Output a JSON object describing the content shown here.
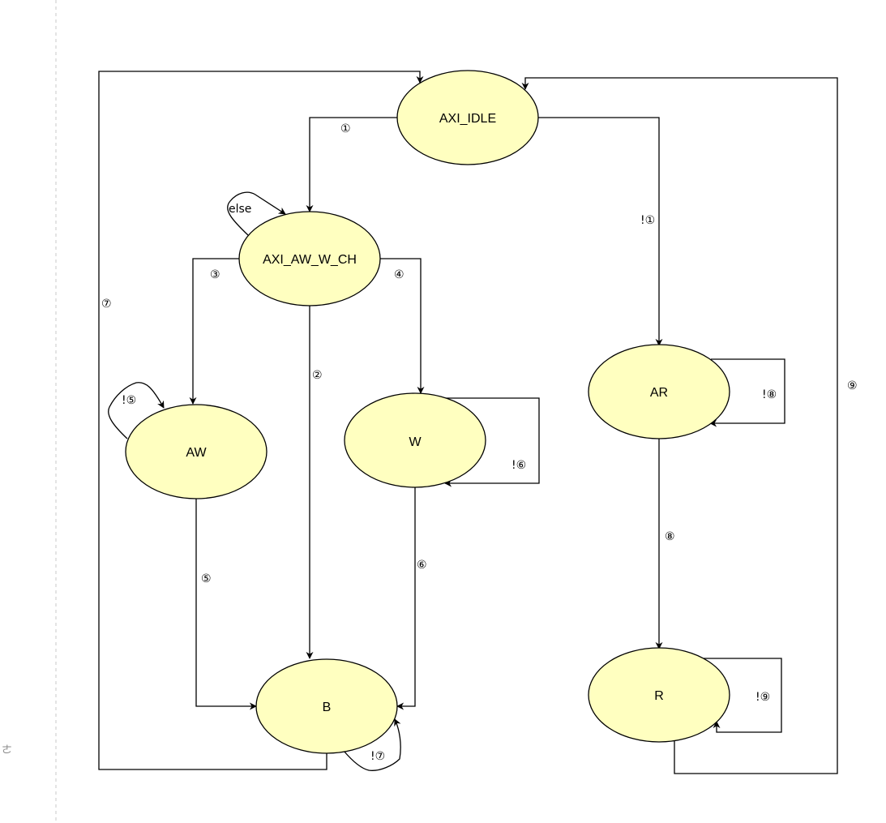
{
  "diagram": {
    "states": {
      "axi_idle": "AXI_IDLE",
      "axi_aw_w_ch": "AXI_AW_W_CH",
      "aw": "AW",
      "w": "W",
      "b": "B",
      "ar": "AR",
      "r": "R"
    },
    "transitions": {
      "idle_to_awwch": "①",
      "idle_to_ar": "!①",
      "awwch_self": "else",
      "awwch_to_aw": "③",
      "awwch_to_w": "④",
      "awwch_to_b": "②",
      "aw_self": "!⑤",
      "aw_to_b": "⑤",
      "w_self": "!⑥",
      "w_to_b": "⑥",
      "b_self": "!⑦",
      "b_to_idle": "⑦",
      "ar_self": "!⑧",
      "ar_to_r": "⑧",
      "r_self": "!⑨",
      "r_to_idle": "⑨"
    }
  },
  "sidebar": {
    "mark": "ㄜ"
  },
  "colors": {
    "state_fill": "#ffffc0",
    "stroke": "#000000"
  }
}
